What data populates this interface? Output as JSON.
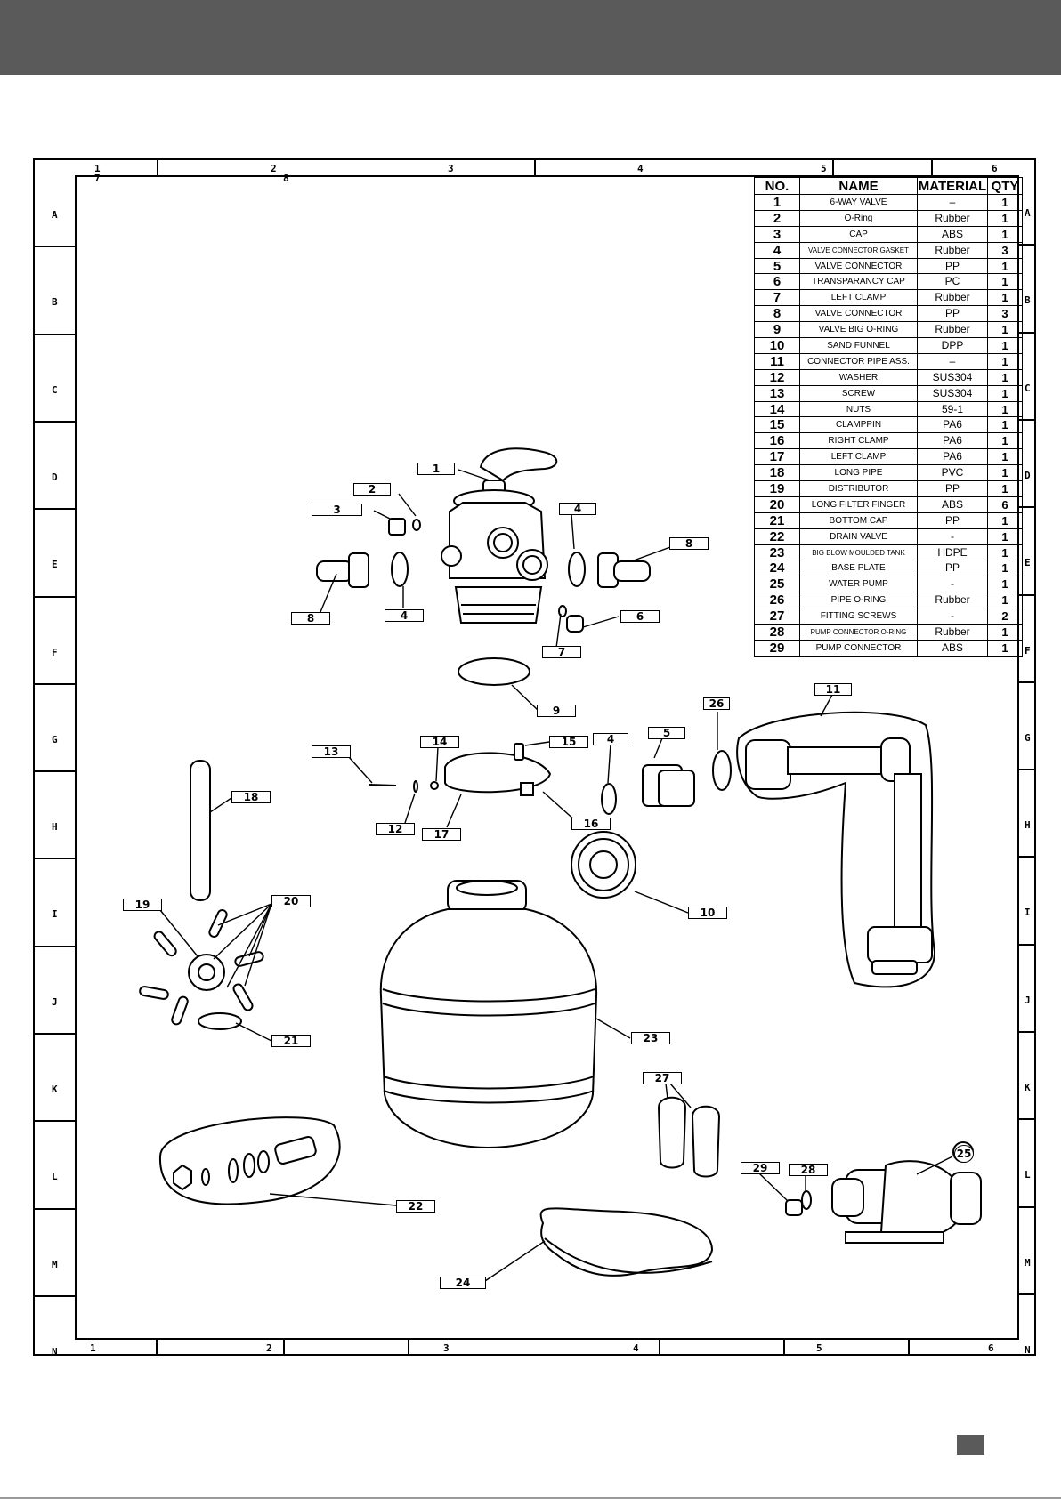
{
  "ruler": {
    "top_columns": [
      "1",
      "2",
      "3",
      "4",
      "5",
      "6"
    ],
    "top_sub": [
      "7",
      "8"
    ],
    "bottom_columns": [
      "1",
      "2",
      "3",
      "4",
      "5",
      "6"
    ],
    "left_rows": [
      "A",
      "B",
      "C",
      "D",
      "E",
      "F",
      "G",
      "H",
      "I",
      "J",
      "K",
      "L",
      "M",
      "N"
    ],
    "right_rows": [
      "A",
      "B",
      "C",
      "D",
      "E",
      "F",
      "G",
      "H",
      "I",
      "J",
      "K",
      "L",
      "M",
      "N"
    ]
  },
  "parts_table": {
    "headers": [
      "NO.",
      "NAME",
      "MATERIAL",
      "QTY"
    ],
    "rows": [
      {
        "no": "1",
        "name": "6-WAY VALVE",
        "material": "–",
        "qty": "1"
      },
      {
        "no": "2",
        "name": "O-Ring",
        "material": "Rubber",
        "qty": "1"
      },
      {
        "no": "3",
        "name": "CAP",
        "material": "ABS",
        "qty": "1"
      },
      {
        "no": "4",
        "name": "VALVE CONNECTOR GASKET",
        "material": "Rubber",
        "qty": "3"
      },
      {
        "no": "5",
        "name": "VALVE CONNECTOR",
        "material": "PP",
        "qty": "1"
      },
      {
        "no": "6",
        "name": "TRANSPARANCY CAP",
        "material": "PC",
        "qty": "1"
      },
      {
        "no": "7",
        "name": "LEFT CLAMP",
        "material": "Rubber",
        "qty": "1"
      },
      {
        "no": "8",
        "name": "VALVE CONNECTOR",
        "material": "PP",
        "qty": "3"
      },
      {
        "no": "9",
        "name": "VALVE BIG O-RING",
        "material": "Rubber",
        "qty": "1"
      },
      {
        "no": "10",
        "name": "SAND FUNNEL",
        "material": "DPP",
        "qty": "1"
      },
      {
        "no": "11",
        "name": "CONNECTOR PIPE ASS.",
        "material": "–",
        "qty": "1"
      },
      {
        "no": "12",
        "name": "WASHER",
        "material": "SUS304",
        "qty": "1"
      },
      {
        "no": "13",
        "name": "SCREW",
        "material": "SUS304",
        "qty": "1"
      },
      {
        "no": "14",
        "name": "NUTS",
        "material": "59-1",
        "qty": "1"
      },
      {
        "no": "15",
        "name": "CLAMPPIN",
        "material": "PA6",
        "qty": "1"
      },
      {
        "no": "16",
        "name": "RIGHT CLAMP",
        "material": "PA6",
        "qty": "1"
      },
      {
        "no": "17",
        "name": "LEFT CLAMP",
        "material": "PA6",
        "qty": "1"
      },
      {
        "no": "18",
        "name": "LONG PIPE",
        "material": "PVC",
        "qty": "1"
      },
      {
        "no": "19",
        "name": "DISTRIBUTOR",
        "material": "PP",
        "qty": "1"
      },
      {
        "no": "20",
        "name": "LONG FILTER FINGER",
        "material": "ABS",
        "qty": "6"
      },
      {
        "no": "21",
        "name": "BOTTOM CAP",
        "material": "PP",
        "qty": "1"
      },
      {
        "no": "22",
        "name": "DRAIN VALVE",
        "material": "-",
        "qty": "1"
      },
      {
        "no": "23",
        "name": "BIG BLOW MOULDED TANK",
        "material": "HDPE",
        "qty": "1"
      },
      {
        "no": "24",
        "name": "BASE PLATE",
        "material": "PP",
        "qty": "1"
      },
      {
        "no": "25",
        "name": "WATER PUMP",
        "material": "-",
        "qty": "1"
      },
      {
        "no": "26",
        "name": "PIPE O-RING",
        "material": "Rubber",
        "qty": "1"
      },
      {
        "no": "27",
        "name": "FITTING SCREWS",
        "material": "-",
        "qty": "2"
      },
      {
        "no": "28",
        "name": "PUMP CONNECTOR O-RING",
        "material": "Rubber",
        "qty": "1"
      },
      {
        "no": "29",
        "name": "PUMP CONNECTOR",
        "material": "ABS",
        "qty": "1"
      }
    ]
  },
  "callouts": [
    {
      "id": "c1",
      "label": "1"
    },
    {
      "id": "c2",
      "label": "2"
    },
    {
      "id": "c3",
      "label": "3"
    },
    {
      "id": "c4a",
      "label": "4"
    },
    {
      "id": "c8a",
      "label": "8"
    },
    {
      "id": "c8b",
      "label": "8"
    },
    {
      "id": "c4b",
      "label": "4"
    },
    {
      "id": "c6",
      "label": "6"
    },
    {
      "id": "c7",
      "label": "7"
    },
    {
      "id": "c9",
      "label": "9"
    },
    {
      "id": "c11",
      "label": "11"
    },
    {
      "id": "c26",
      "label": "26"
    },
    {
      "id": "c13",
      "label": "13"
    },
    {
      "id": "c14",
      "label": "14"
    },
    {
      "id": "c15",
      "label": "15"
    },
    {
      "id": "c4c",
      "label": "4"
    },
    {
      "id": "c5",
      "label": "5"
    },
    {
      "id": "c18",
      "label": "18"
    },
    {
      "id": "c12",
      "label": "12"
    },
    {
      "id": "c17",
      "label": "17"
    },
    {
      "id": "c16",
      "label": "16"
    },
    {
      "id": "c10",
      "label": "10"
    },
    {
      "id": "c19",
      "label": "19"
    },
    {
      "id": "c20",
      "label": "20"
    },
    {
      "id": "c21",
      "label": "21"
    },
    {
      "id": "c23",
      "label": "23"
    },
    {
      "id": "c27",
      "label": "27"
    },
    {
      "id": "c29",
      "label": "29"
    },
    {
      "id": "c28",
      "label": "28"
    },
    {
      "id": "c22",
      "label": "22"
    },
    {
      "id": "c24",
      "label": "24"
    }
  ],
  "pump_label": "25"
}
